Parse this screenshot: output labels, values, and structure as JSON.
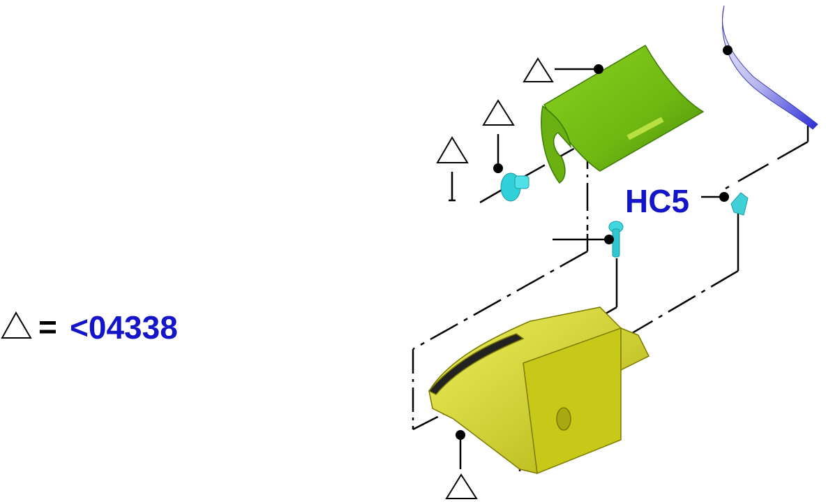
{
  "legend": {
    "symbol": "triangle",
    "equals": "=",
    "code": "<04338"
  },
  "callouts": {
    "hc5": "HC5"
  },
  "colors": {
    "label_blue": "#1414c8",
    "lid_green": "#7cc21a",
    "console_yellow": "#d8d820",
    "fastener_cyan": "#30d0d8",
    "strip_blue": "#4a4ae0"
  }
}
